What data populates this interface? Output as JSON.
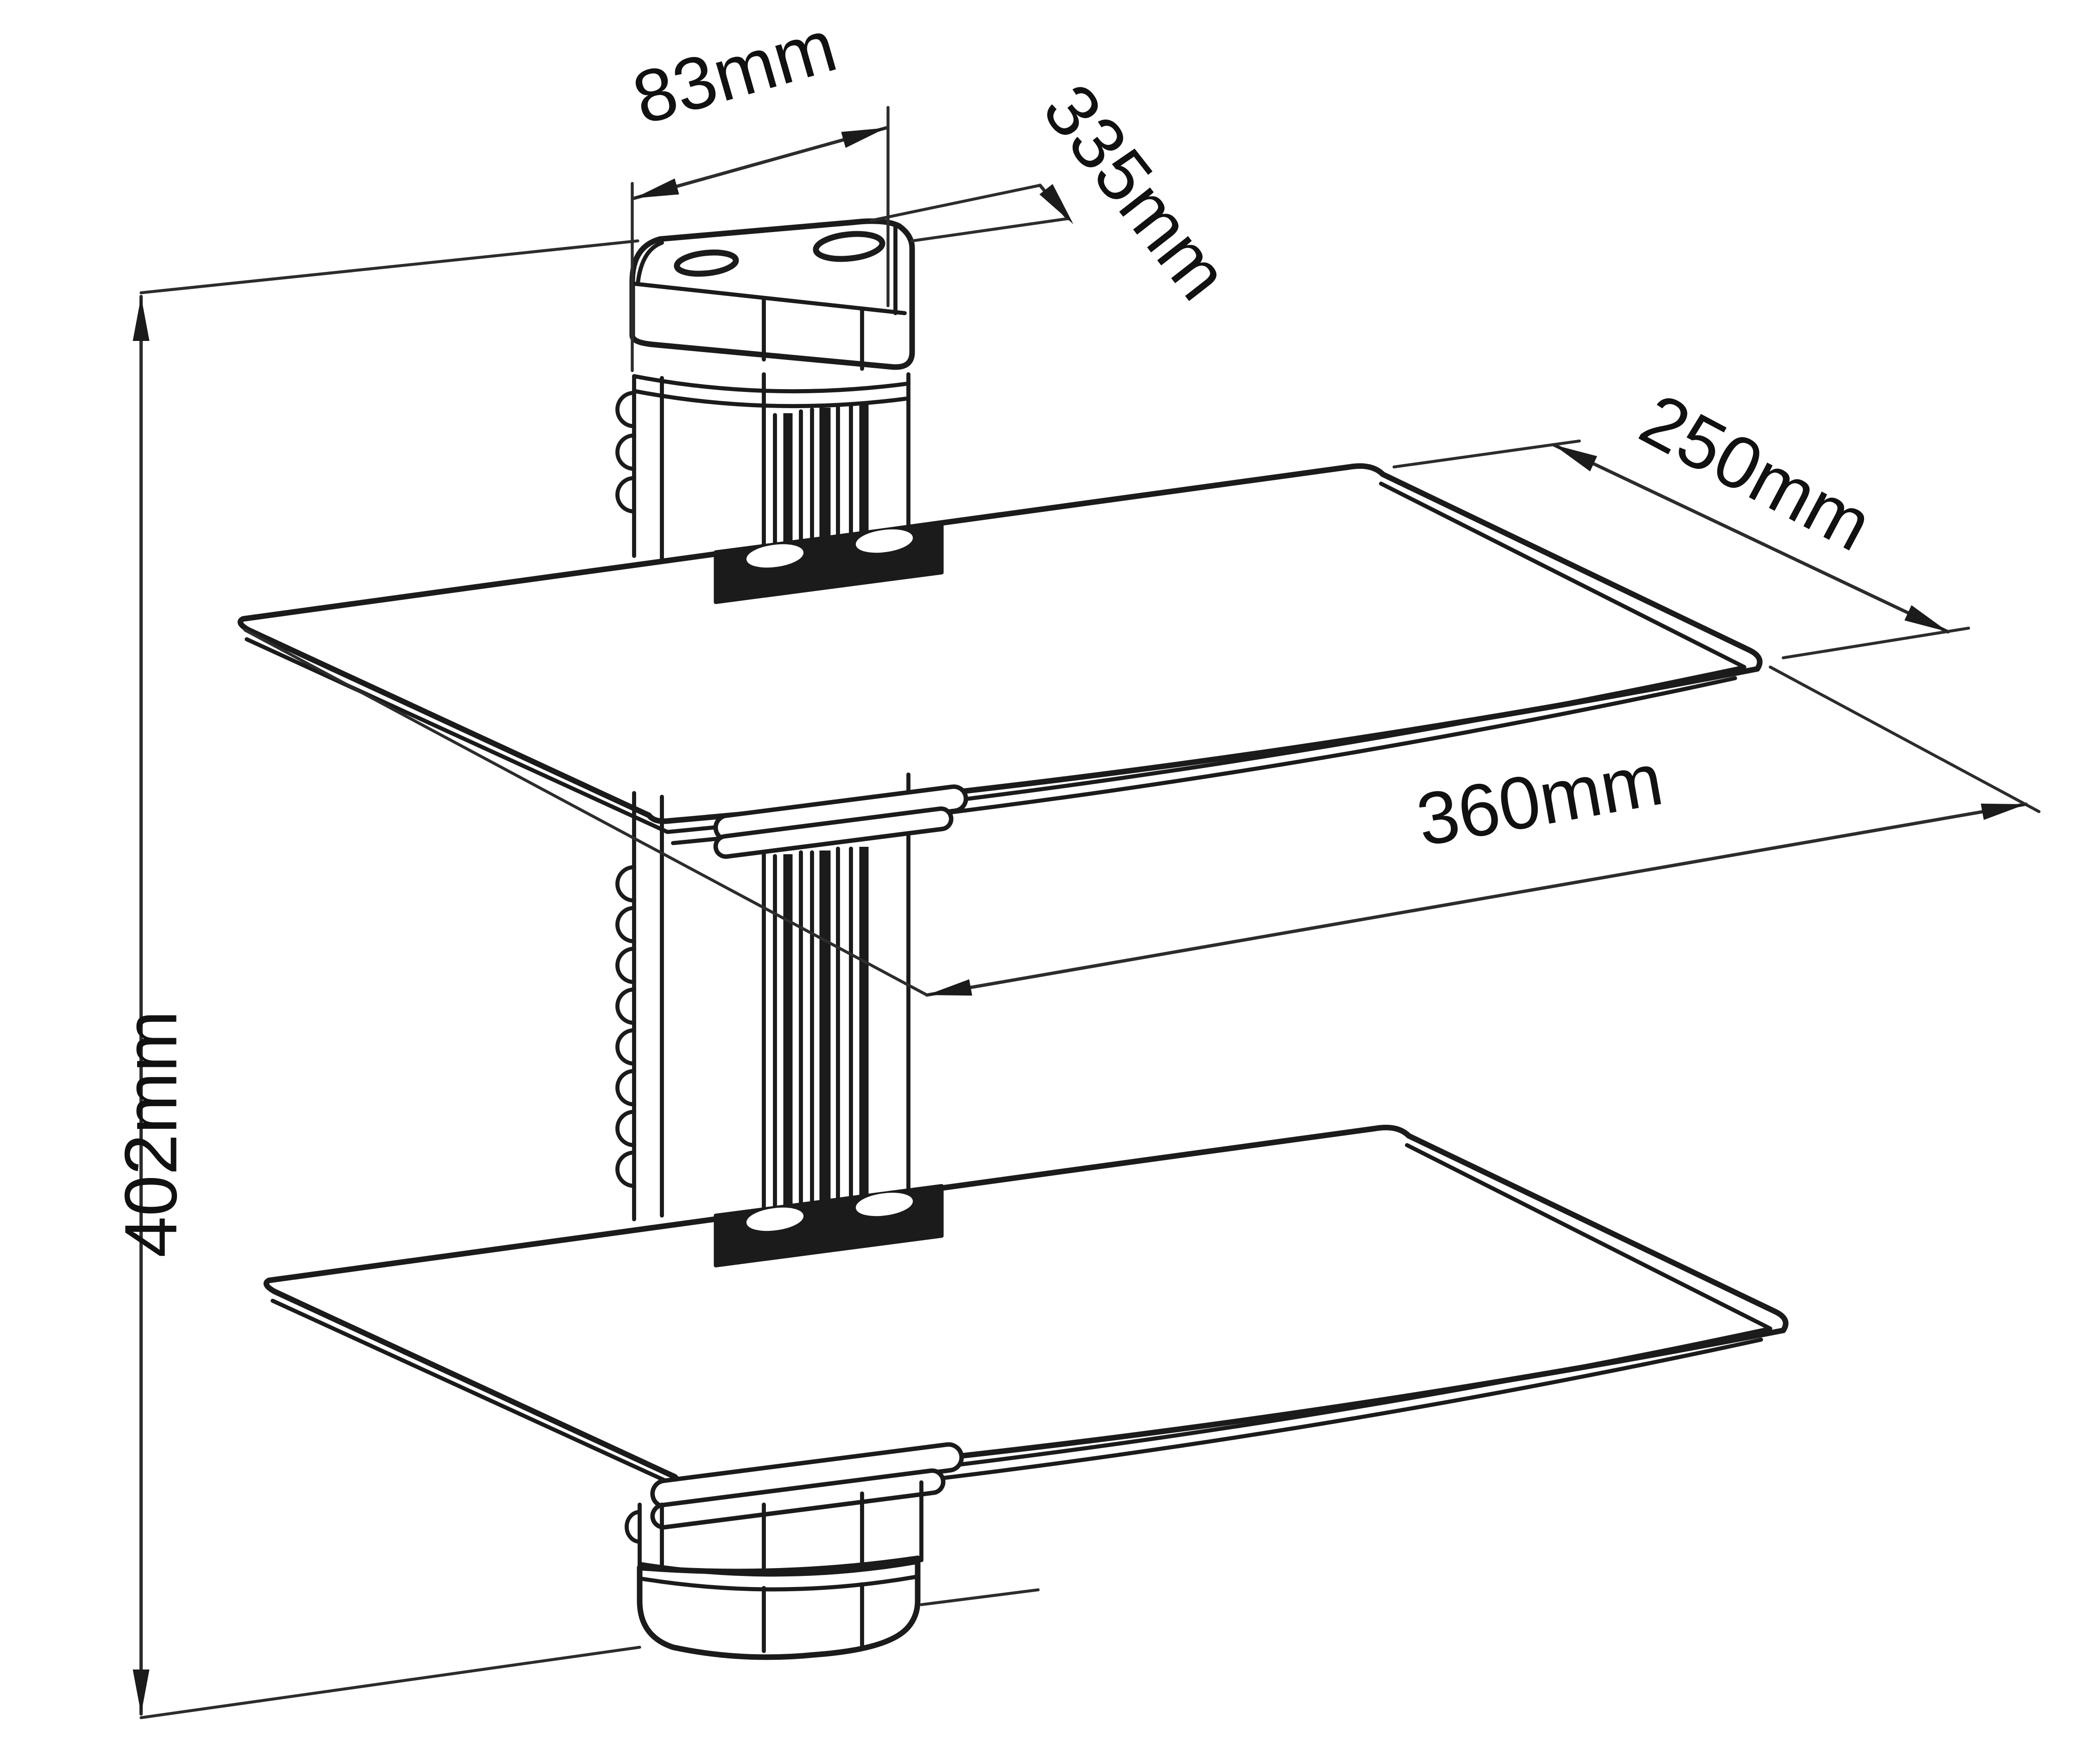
{
  "page": {
    "background": "#ffffff"
  },
  "drawing": {
    "line_color": "#1b1b1b",
    "label_color": "#111111",
    "dimensions": {
      "mount_width": {
        "label": "83mm"
      },
      "mount_depth": {
        "label": "335mm"
      },
      "shelf_depth": {
        "label": "250mm"
      },
      "shelf_width": {
        "label": "360mm"
      },
      "total_height": {
        "label": "402mm"
      }
    }
  }
}
